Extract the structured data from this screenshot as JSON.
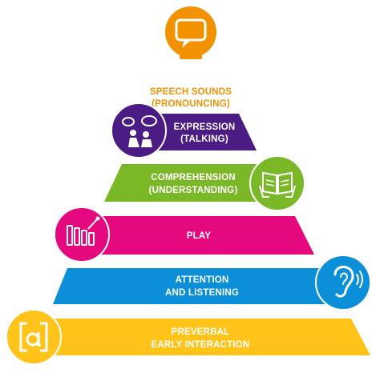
{
  "colors": {
    "orange": "#F39200",
    "purple": "#4B1C84",
    "green": "#7AB828",
    "magenta": "#E5087E",
    "blue": "#0A8FD8",
    "yellow": "#FFC31A"
  },
  "levels": [
    {
      "line1": "SPEECH SOUNDS",
      "line2": "(PRONOUNCING)",
      "icon": "speech-bubble-icon"
    },
    {
      "line1": "EXPRESSION",
      "line2": "(TALKING)",
      "icon": "children-talking-icon"
    },
    {
      "line1": "COMPREHENSION",
      "line2": "(UNDERSTANDING)",
      "icon": "open-book-icon"
    },
    {
      "line1": "PLAY",
      "line2": "",
      "icon": "xylophone-icon"
    },
    {
      "line1": "ATTENTION",
      "line2": "AND LISTENING",
      "icon": "ear-icon"
    },
    {
      "line1": "PREVERBAL",
      "line2": "EARLY INTERACTION",
      "icon": "letter-a-icon"
    }
  ]
}
